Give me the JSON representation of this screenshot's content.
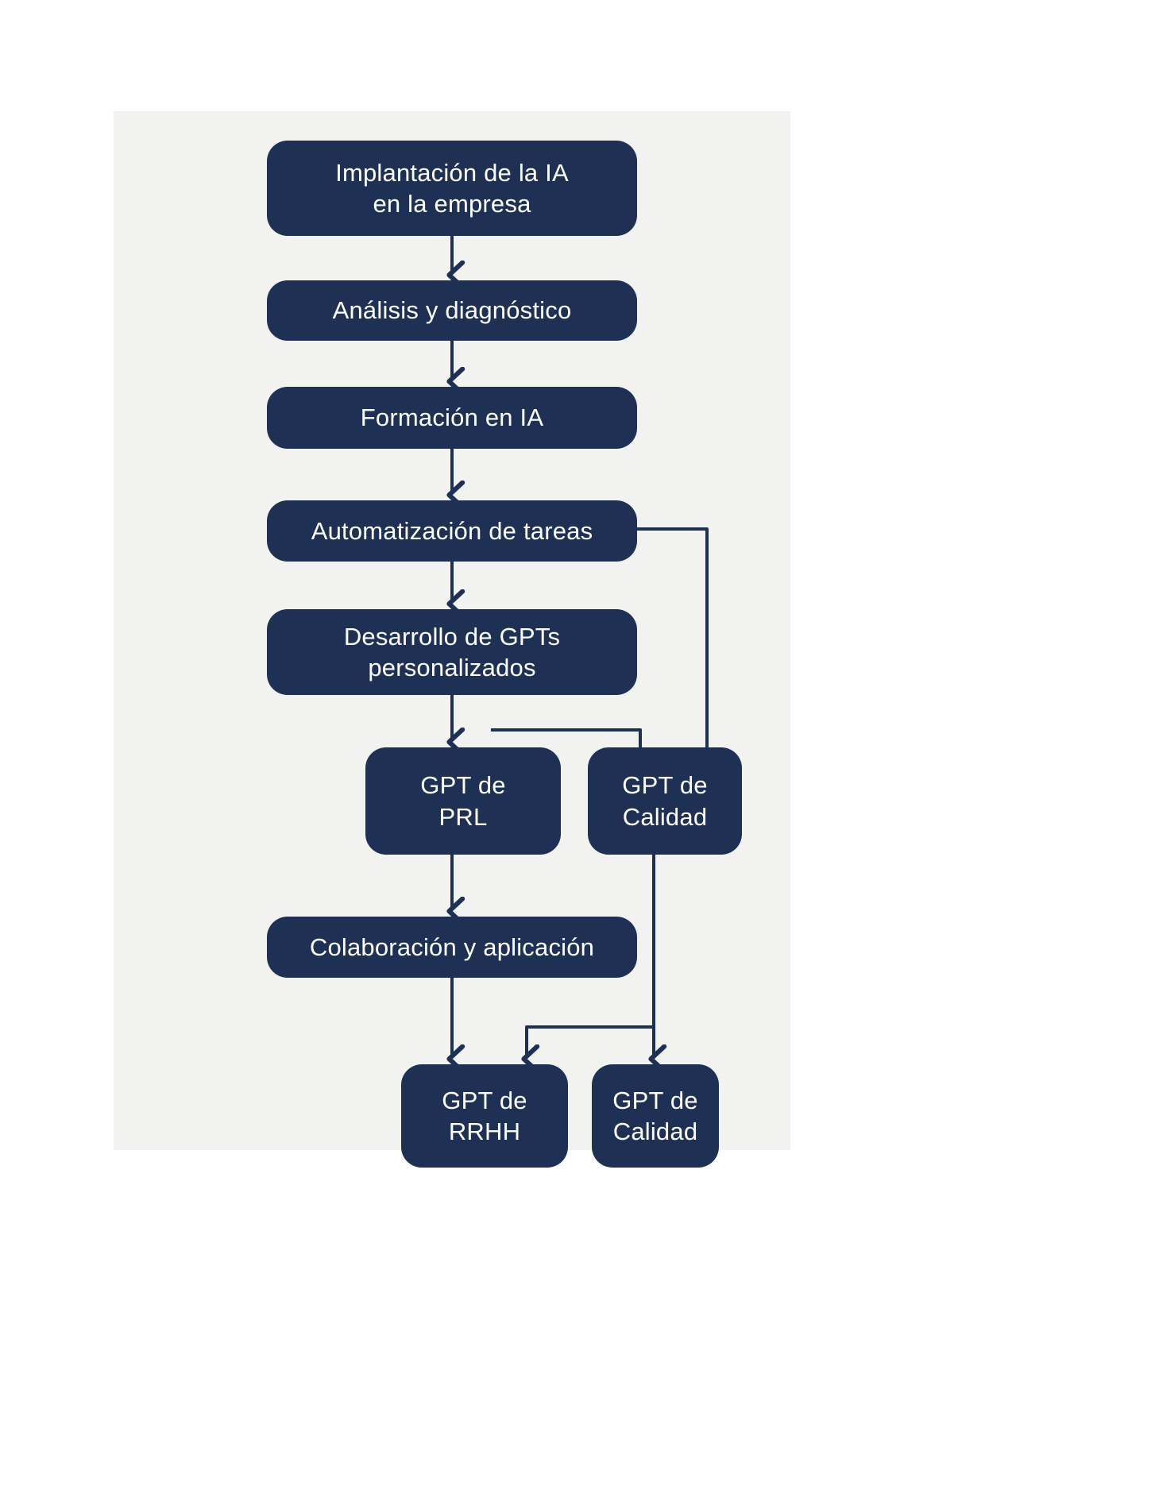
{
  "diagram": {
    "title": "Implantación de la IA en la empresa — diagrama de flujo",
    "panel_background": "#f2f2f0",
    "page_background": "#ffffff",
    "node_color": "#1e3154",
    "node_text_color": "#ffffff",
    "connector_color": "#1e3154",
    "nodes": [
      {
        "id": "implantacion",
        "label": "Implantación de la IA\nen la empresa"
      },
      {
        "id": "analisis",
        "label": "Análisis y diagnóstico"
      },
      {
        "id": "formacion",
        "label": "Formación en IA"
      },
      {
        "id": "automatizacion",
        "label": "Automatización de tareas"
      },
      {
        "id": "desarrollo",
        "label": "Desarrollo de GPTs\npersonalizados"
      },
      {
        "id": "gpt_prl",
        "label": "GPT de\nPRL"
      },
      {
        "id": "gpt_calidad_1",
        "label": "GPT de\nCalidad"
      },
      {
        "id": "colaboracion",
        "label": "Colaboración y aplicación"
      },
      {
        "id": "gpt_rrhh",
        "label": "GPT de\nRRHH"
      },
      {
        "id": "gpt_calidad_2",
        "label": "GPT de\nCalidad"
      }
    ],
    "edges": [
      {
        "from": "implantacion",
        "to": "analisis",
        "style": "straight-down-arrow"
      },
      {
        "from": "analisis",
        "to": "formacion",
        "style": "straight-down-arrow"
      },
      {
        "from": "formacion",
        "to": "automatizacion",
        "style": "straight-down-arrow"
      },
      {
        "from": "automatizacion",
        "to": "desarrollo",
        "style": "straight-down-arrow"
      },
      {
        "from": "automatizacion",
        "to": "gpt_calidad_1",
        "style": "right-then-down-elbow"
      },
      {
        "from": "desarrollo",
        "to": "gpt_prl",
        "style": "straight-down-arrow"
      },
      {
        "from": "desarrollo",
        "to": "gpt_calidad_1",
        "style": "right-then-down-elbow"
      },
      {
        "from": "gpt_prl",
        "to": "colaboracion",
        "style": "straight-down-arrow"
      },
      {
        "from": "gpt_calidad_1",
        "to": "gpt_calidad_2",
        "style": "down-arrow"
      },
      {
        "from": "gpt_calidad_1",
        "to": "gpt_rrhh",
        "style": "down-left-elbow-arrow"
      },
      {
        "from": "colaboracion",
        "to": "gpt_rrhh",
        "style": "straight-down-arrow"
      }
    ]
  }
}
